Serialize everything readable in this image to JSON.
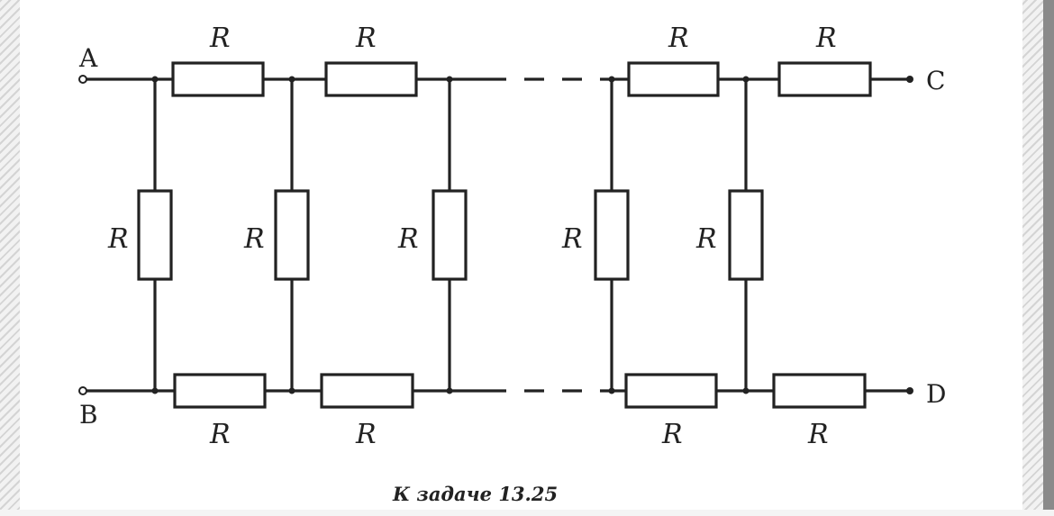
{
  "terminals": {
    "a": "A",
    "b": "B",
    "c": "C",
    "d": "D"
  },
  "resistor_label": "R",
  "caption": "К задаче 13.25",
  "colors": {
    "ink": "#222222",
    "paper": "#ffffff"
  }
}
